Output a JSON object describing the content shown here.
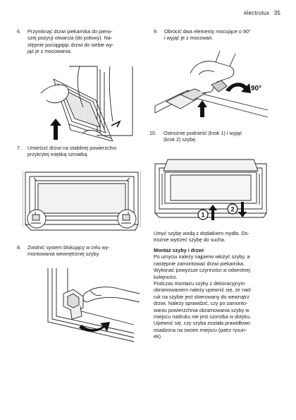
{
  "header": {
    "brand": "electrolux",
    "page_number": "35"
  },
  "steps": [
    {
      "number": "6.",
      "lines": [
        "Przymknąć drzwi piekarnika do pierw-",
        "szej pozycji otwarcia (do połowy). Na-",
        "stępnie pociągając drzwi do siebie wy-",
        "jąć je z mocowania."
      ]
    },
    {
      "number": "7.",
      "lines": [
        "Umieścić drzwi na stabilnej powierzchni",
        "przykrytej miękką szmatką."
      ]
    },
    {
      "number": "8.",
      "lines": [
        "Zwolnić system blokujący w celu wy-",
        "montowania wewnętrznej szyby."
      ]
    },
    {
      "number": "9.",
      "lines": [
        "Obrócić dwa elementy mocujące o 90°",
        "i wyjąć je z mocowań."
      ]
    },
    {
      "number": "10.",
      "lines": [
        "Ostrożnie podnieść (krok 1) i wyjąć",
        "(krok 2) szybę."
      ]
    }
  ],
  "figures": {
    "rotate_label": "90°",
    "step_one": "1",
    "step_two": "2"
  },
  "right_text": {
    "wash_lines": [
      "Umyć szybę wodą z dodatkiem mydła. Os-",
      "trożnie wytrzeć szybę do sucha."
    ],
    "heading": "Montaż szyby i drzwi",
    "body_lines": [
      "Po umyciu należy najpierw włożyć szyby, a",
      "następnie zamontować drzwi piekarnika.",
      "Wykonać powyższe czynności w odwrotnej",
      "kolejności.",
      "Podczas montażu szyby z dekoracyjnym",
      "obramowaniem należy upewnić się, że nad-",
      "ruk na szybie jest skierowany do wewnątrz",
      "drzwi. Należy sprawdzić, czy po zamonto-",
      "waniu powierzchnia obramowania szyby w",
      "miejscu nadruku nie jest szorstka w dotyku.",
      "Upewnić się, czy szyba została prawidłowo",
      "osadzona na swoim miejscu (patrz rysun-",
      "ek)."
    ]
  }
}
